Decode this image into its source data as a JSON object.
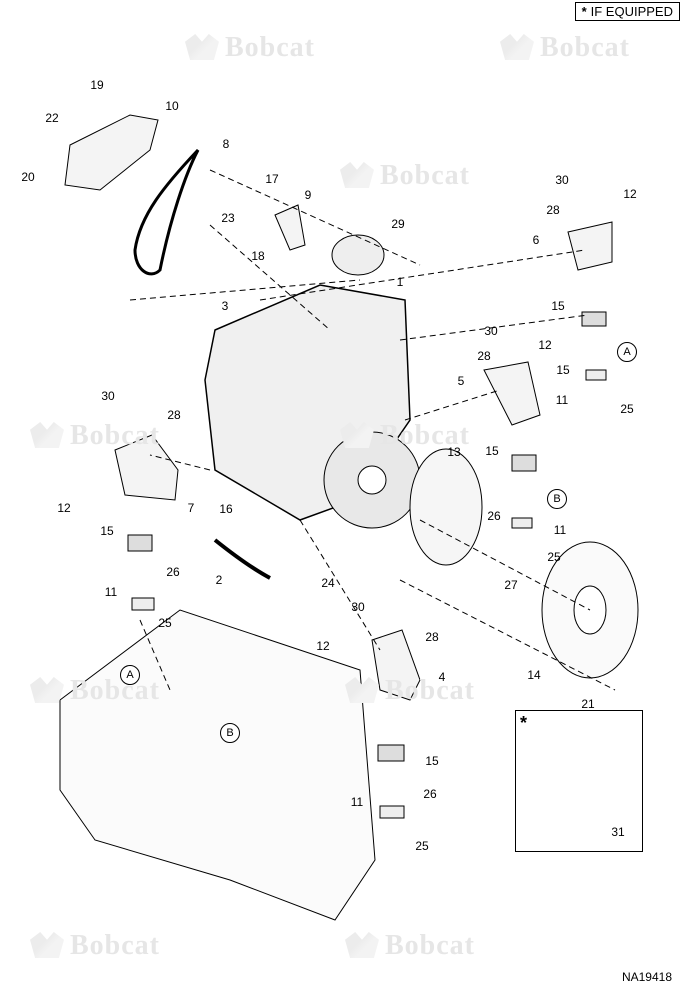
{
  "header": {
    "note_symbol": "*",
    "note_text": "IF EQUIPPED"
  },
  "watermark": {
    "brand": "Bobcat"
  },
  "callouts": {
    "A": "A",
    "B": "B"
  },
  "inset": {
    "symbol": "*",
    "part": "31"
  },
  "figure_id": "NA19418",
  "parts": {
    "p1": "1",
    "p2": "2",
    "p3": "3",
    "p4": "4",
    "p5": "5",
    "p6": "6",
    "p7": "7",
    "p8": "8",
    "p9": "9",
    "p10": "10",
    "p11": "11",
    "p12": "12",
    "p13": "13",
    "p14": "14",
    "p15": "15",
    "p16": "16",
    "p17": "17",
    "p18": "18",
    "p19": "19",
    "p20": "20",
    "p21": "21",
    "p22": "22",
    "p23": "23",
    "p24": "24",
    "p25": "25",
    "p26": "26",
    "p27": "27",
    "p28": "28",
    "p29": "29",
    "p30": "30"
  }
}
